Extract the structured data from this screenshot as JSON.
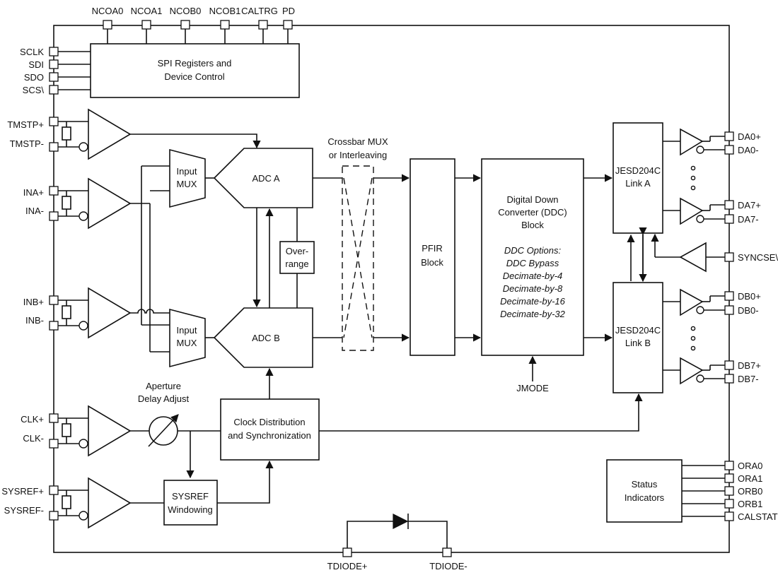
{
  "pins": {
    "top": [
      "NCOA0",
      "NCOA1",
      "NCOB0",
      "NCOB1",
      "CALTRG",
      "PD"
    ],
    "spi": [
      "SCLK",
      "SDI",
      "SDO",
      "SCS\\"
    ],
    "tmstp_p": "TMSTP+",
    "tmstp_n": "TMSTP-",
    "ina_p": "INA+",
    "ina_n": "INA-",
    "inb_p": "INB+",
    "inb_n": "INB-",
    "clk_p": "CLK+",
    "clk_n": "CLK-",
    "sysref_p": "SYSREF+",
    "sysref_n": "SYSREF-",
    "da0_p": "DA0+",
    "da0_n": "DA0-",
    "da7_p": "DA7+",
    "da7_n": "DA7-",
    "syncse": "SYNCSE\\",
    "db0_p": "DB0+",
    "db0_n": "DB0-",
    "db7_p": "DB7+",
    "db7_n": "DB7-",
    "status": [
      "ORA0",
      "ORA1",
      "ORB0",
      "ORB1",
      "CALSTAT"
    ],
    "tdiode_p": "TDIODE+",
    "tdiode_n": "TDIODE-",
    "jmode": "JMODE"
  },
  "blocks": {
    "spi": [
      "SPI Registers and",
      "Device Control"
    ],
    "mux_a": [
      "Input",
      "MUX"
    ],
    "mux_b": [
      "Input",
      "MUX"
    ],
    "adc_a": "ADC A",
    "adc_b": "ADC B",
    "overrange": [
      "Over-",
      "range"
    ],
    "crossbar": [
      "Crossbar MUX",
      "or Interleaving"
    ],
    "pfir": [
      "PFIR",
      "Block"
    ],
    "ddc_title": [
      "Digital Down",
      "Converter (DDC)",
      "Block"
    ],
    "ddc_options": [
      "DDC Options:",
      "DDC Bypass",
      "Decimate-by-4",
      "Decimate-by-8",
      "Decimate-by-16",
      "Decimate-by-32"
    ],
    "jesd_a": [
      "JESD204C",
      "Link A"
    ],
    "jesd_b": [
      "JESD204C",
      "Link B"
    ],
    "aperture": [
      "Aperture",
      "Delay Adjust"
    ],
    "clock": [
      "Clock Distribution",
      "and Synchronization"
    ],
    "sysref_win": [
      "SYSREF",
      "Windowing"
    ],
    "status": [
      "Status",
      "Indicators"
    ]
  }
}
